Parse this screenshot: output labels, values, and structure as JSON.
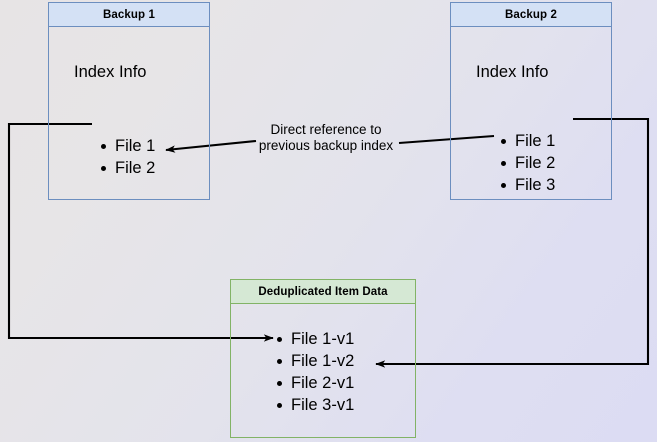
{
  "diagram": {
    "title_hidden": "",
    "background": {
      "gradient_from": "#e7e4e5",
      "gradient_to": "#dcdcf3"
    },
    "colors": {
      "backup_border": "#6c8ebf",
      "backup_header_fill": "#d4e1f5",
      "dedup_border": "#82b366",
      "dedup_header_fill": "#d5e8d4",
      "arrow": "#000000"
    },
    "boxes": [
      {
        "id": "backup1",
        "header": "Backup 1",
        "section_label": "Index Info",
        "items": [
          "File 1",
          "File 2"
        ]
      },
      {
        "id": "backup2",
        "header": "Backup 2",
        "section_label": "Index Info",
        "items": [
          "File 1",
          "File 2",
          "File 3"
        ]
      },
      {
        "id": "dedup",
        "header": "Deduplicated Item Data",
        "section_label": "",
        "items": [
          "File 1-v1",
          "File 1-v2",
          "File 2-v1",
          "File 3-v1"
        ]
      }
    ],
    "annotations": {
      "direct_reference": "Direct reference to\nprevious backup index"
    }
  }
}
